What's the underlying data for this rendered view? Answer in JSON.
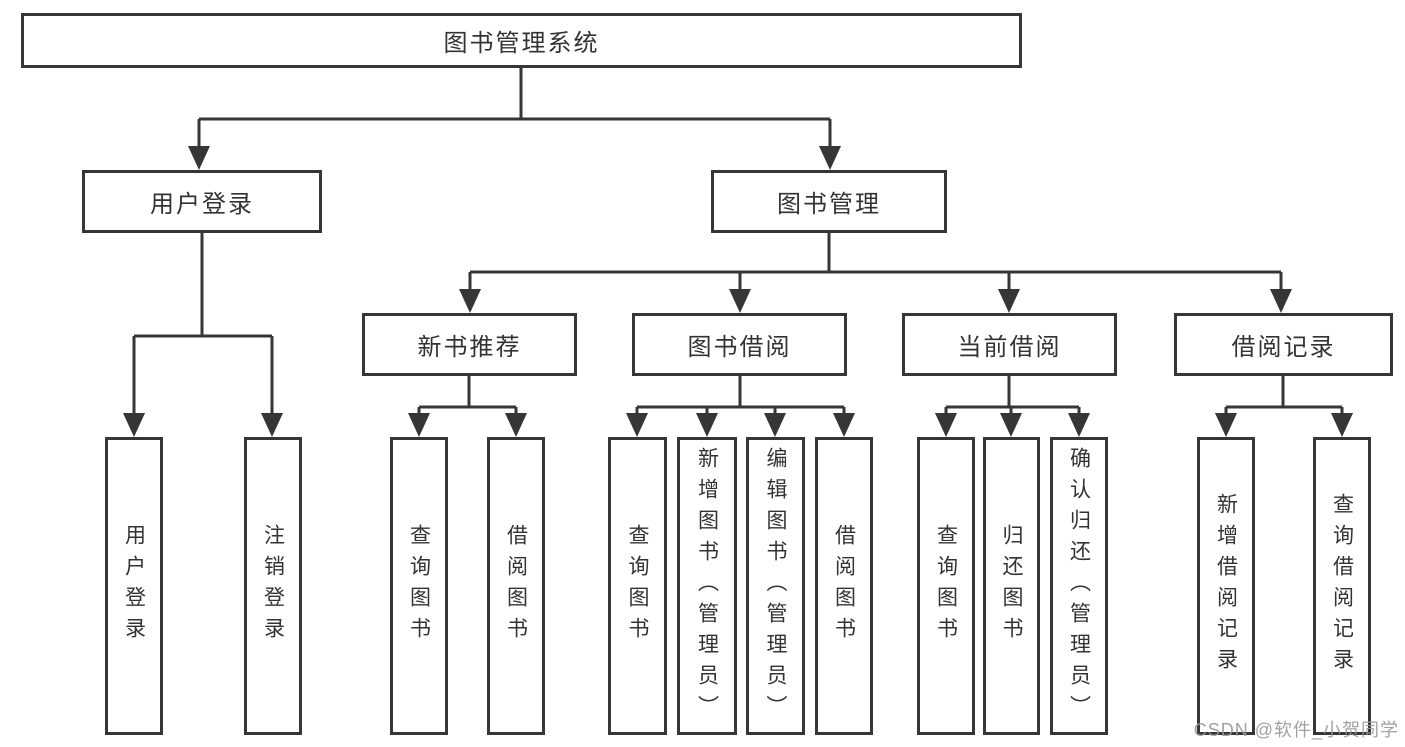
{
  "colors": {
    "line": "#363636",
    "box_border": "#363636",
    "text": "#333333",
    "watermark": "#98989e"
  },
  "tree": {
    "root": {
      "label": "图书管理系统",
      "children": [
        {
          "label": "用户登录",
          "children": [
            {
              "label": "用户登录"
            },
            {
              "label": "注销登录"
            }
          ]
        },
        {
          "label": "图书管理",
          "children": [
            {
              "label": "新书推荐",
              "children": [
                {
                  "label": "查询图书"
                },
                {
                  "label": "借阅图书"
                }
              ]
            },
            {
              "label": "图书借阅",
              "children": [
                {
                  "label": "查询图书"
                },
                {
                  "label": "新增图书（管理员）"
                },
                {
                  "label": "编辑图书（管理员）"
                },
                {
                  "label": "借阅图书"
                }
              ]
            },
            {
              "label": "当前借阅",
              "children": [
                {
                  "label": "查询图书"
                },
                {
                  "label": "归还图书"
                },
                {
                  "label": "确认归还（管理员）"
                }
              ]
            },
            {
              "label": "借阅记录",
              "children": [
                {
                  "label": "新增借阅记录"
                },
                {
                  "label": "查询借阅记录"
                }
              ]
            }
          ]
        }
      ]
    }
  },
  "watermark": {
    "text": "CSDN @软件_小贺同学"
  }
}
